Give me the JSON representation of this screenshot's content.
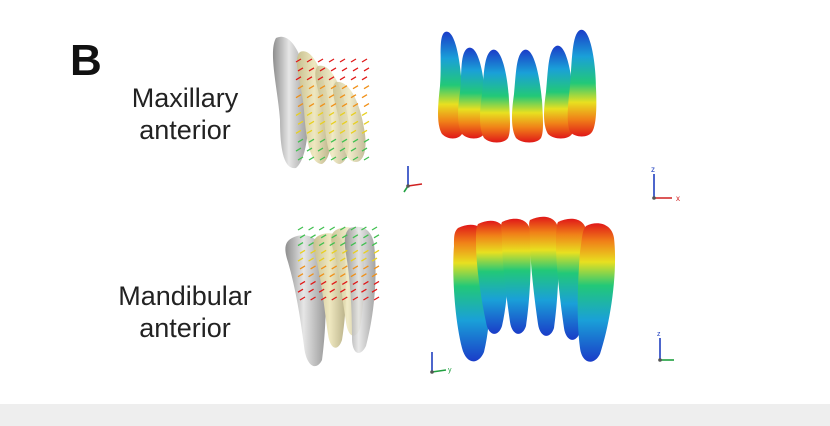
{
  "panel_letter": "B",
  "rows": [
    {
      "line1": "Maxillary",
      "line2": "anterior"
    },
    {
      "line1": "Mandibular",
      "line2": "anterior"
    }
  ],
  "colormap": [
    "#1a3cc8",
    "#1aa0d8",
    "#22c878",
    "#e8e020",
    "#f08018",
    "#e01818"
  ],
  "vector_colors": [
    "#e01818",
    "#f09018",
    "#e8d020",
    "#40c050"
  ],
  "axis_labels": {
    "x": "x",
    "y": "y",
    "z": "z"
  },
  "axis_colors": {
    "x": "#d02020",
    "y": "#20a040",
    "z": "#2040c0"
  }
}
